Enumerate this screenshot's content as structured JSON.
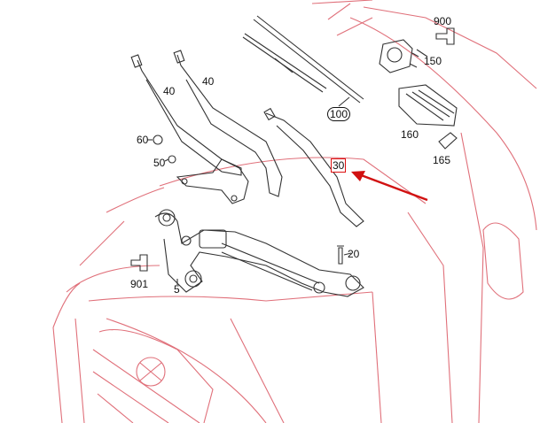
{
  "parts": [
    {
      "id": "p900",
      "text": "900"
    },
    {
      "id": "p150",
      "text": "150"
    },
    {
      "id": "p100",
      "text": "100"
    },
    {
      "id": "p40a",
      "text": "40"
    },
    {
      "id": "p40b",
      "text": "40"
    },
    {
      "id": "p160",
      "text": "160"
    },
    {
      "id": "p165",
      "text": "165"
    },
    {
      "id": "p60",
      "text": "60"
    },
    {
      "id": "p50",
      "text": "50"
    },
    {
      "id": "p30",
      "text": "30"
    },
    {
      "id": "p20",
      "text": "20"
    },
    {
      "id": "p901",
      "text": "901"
    },
    {
      "id": "p5",
      "text": "5"
    }
  ],
  "colors": {
    "car_outline": "#e0707a",
    "parts": "#333333",
    "highlight": "#d11111"
  }
}
